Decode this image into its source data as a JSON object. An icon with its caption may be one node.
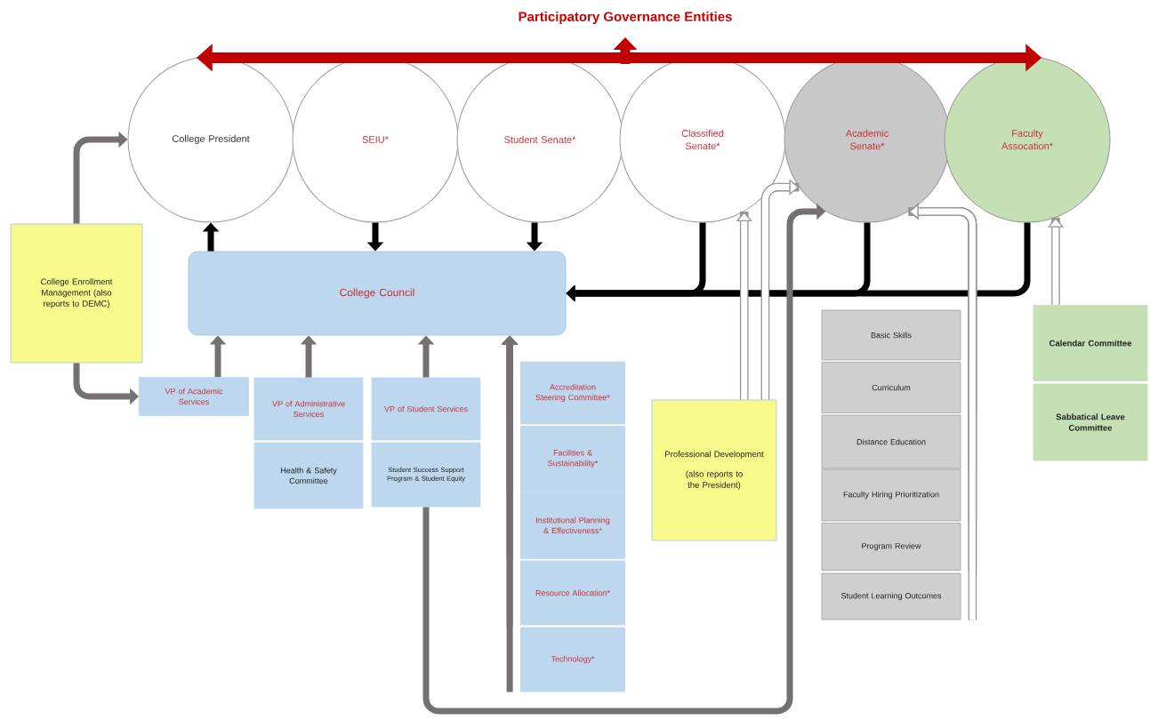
{
  "diagram": {
    "title": "Participatory Governance Entities",
    "nodes": [
      {
        "text": [
          "College President"
        ]
      },
      {
        "text": [
          "SEIU*"
        ]
      },
      {
        "text": [
          "Student Senate*"
        ]
      },
      {
        "text": [
          "Classified Senate*"
        ]
      },
      {
        "text": [
          "Academic Senate*"
        ]
      },
      {
        "text": [
          "Faculty Assocation*"
        ]
      },
      {
        "text": [
          "College Council"
        ]
      },
      {
        "text": [
          "College Enrollment Management (also reports to DEMC)"
        ]
      },
      {
        "text": [
          "VP of Academic Services"
        ]
      },
      {
        "text": [
          "VP of Administrative Services"
        ]
      },
      {
        "text": [
          "Health & Safety Committee"
        ]
      },
      {
        "text": [
          "VP of Student Services"
        ]
      },
      {
        "text": [
          "Student Success Support Program & Student Equity"
        ]
      },
      {
        "text": [
          "Accreditation Steering Committee*"
        ]
      },
      {
        "text": [
          "Facilities & Sustainability*"
        ]
      },
      {
        "text": [
          "Institutional Planning & Effectiveness*"
        ]
      },
      {
        "text": [
          "Resource Allocation*"
        ]
      },
      {
        "text": [
          "Technology*"
        ]
      },
      {
        "text": [
          "Professional Development",
          "(also reports to the President)"
        ]
      },
      {
        "text": [
          "Basic Skills"
        ]
      },
      {
        "text": [
          "Curriculum"
        ]
      },
      {
        "text": [
          "Distance Education"
        ]
      },
      {
        "text": [
          "Faculty Hiring Prioritization"
        ]
      },
      {
        "text": [
          "Program Review"
        ]
      },
      {
        "text": [
          "Student Learning Outcomes"
        ]
      },
      {
        "text": [
          "Calendar Committee"
        ]
      },
      {
        "text": [
          "Sabbatical Leave Committee"
        ]
      }
    ],
    "edges": [
      {
        "from": 0,
        "to": 5,
        "arrow": "both",
        "color": "#c00000"
      },
      {
        "from": 6,
        "to": 0,
        "arrow": "to",
        "color": "#000000"
      },
      {
        "from": 1,
        "to": 6,
        "arrow": "to",
        "color": "#000000"
      },
      {
        "from": 2,
        "to": 6,
        "arrow": "to",
        "color": "#000000"
      },
      {
        "from": 3,
        "to": 6,
        "arrow": "to",
        "color": "#000000"
      },
      {
        "from": 4,
        "to": 6,
        "arrow": "to",
        "color": "#000000"
      },
      {
        "from": 5,
        "to": 6,
        "arrow": "to",
        "color": "#000000"
      },
      {
        "from": 7,
        "to": 0,
        "arrow": "to"
      },
      {
        "from": 7,
        "to": 8,
        "arrow": "to"
      },
      {
        "from": 8,
        "to": 6,
        "arrow": "to"
      },
      {
        "from": 9,
        "to": 6,
        "arrow": "to"
      },
      {
        "from": 11,
        "to": 6,
        "arrow": "to"
      },
      {
        "from": 13,
        "to": 6,
        "arrow": "to"
      },
      {
        "from": 14,
        "to": 6,
        "arrow": "to"
      },
      {
        "from": 15,
        "to": 6,
        "arrow": "to"
      },
      {
        "from": 16,
        "to": 6,
        "arrow": "to"
      },
      {
        "from": 17,
        "to": 6,
        "arrow": "to"
      },
      {
        "from": 12,
        "to": 4,
        "arrow": "to"
      },
      {
        "from": 18,
        "to": 3,
        "arrow": "to",
        "color": "#969696"
      },
      {
        "from": 18,
        "to": 4,
        "arrow": "to",
        "color": "#969696"
      },
      {
        "from": 19,
        "to": 4,
        "arrow": "to",
        "color": "#969696"
      },
      {
        "from": 20,
        "to": 4,
        "arrow": "to",
        "color": "#969696"
      },
      {
        "from": 21,
        "to": 4,
        "arrow": "to",
        "color": "#969696"
      },
      {
        "from": 22,
        "to": 4,
        "arrow": "to",
        "color": "#969696"
      },
      {
        "from": 23,
        "to": 4,
        "arrow": "to",
        "color": "#969696"
      },
      {
        "from": 24,
        "to": 4,
        "arrow": "to",
        "color": "#969696"
      },
      {
        "from": 25,
        "to": 5,
        "arrow": "to",
        "color": "#969696"
      }
    ]
  }
}
